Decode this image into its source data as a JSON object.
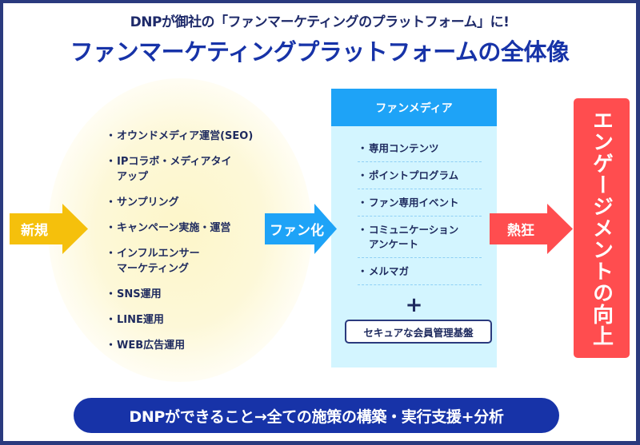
{
  "header": {
    "subtitle": "DNPが御社の「ファンマーケティングのプラットフォーム」に!",
    "title": "ファンマーケティングプラットフォームの全体像"
  },
  "arrows": {
    "new": {
      "label": "新規",
      "color": "#f5c00c"
    },
    "fan": {
      "label": "ファン化",
      "color": "#1ea3f7"
    },
    "heat": {
      "label": "熱狂",
      "color": "#ff4d4f"
    }
  },
  "tactics": {
    "bullet": "・",
    "items": [
      {
        "line1": "オウンドメディア運営(SEO)",
        "line2": ""
      },
      {
        "line1": "IPコラボ・メディアタイ",
        "line2": "アップ"
      },
      {
        "line1": "サンプリング",
        "line2": ""
      },
      {
        "line1": "キャンペーン実施・運営",
        "line2": ""
      },
      {
        "line1": "インフルエンサー",
        "line2": "マーケティング"
      },
      {
        "line1": "SNS運用",
        "line2": ""
      },
      {
        "line1": "LINE運用",
        "line2": ""
      },
      {
        "line1": "WEB広告運用",
        "line2": ""
      }
    ]
  },
  "media": {
    "header": "ファンメディア",
    "bullet": "・",
    "items": [
      {
        "line1": "専用コンテンツ",
        "line2": ""
      },
      {
        "line1": "ポイントプログラム",
        "line2": ""
      },
      {
        "line1": "ファン専用イベント",
        "line2": ""
      },
      {
        "line1": "コミュニケーション",
        "line2": "アンケート"
      },
      {
        "line1": "メルマガ",
        "line2": ""
      }
    ],
    "plus": "+",
    "secure_label": "セキュアな会員管理基盤",
    "bg_color": "#d3f5ff",
    "header_color": "#1ea3f7"
  },
  "result": {
    "label": "エンゲージメントの向上",
    "color": "#ff4d4f"
  },
  "footer": {
    "label": "DNPができること→全ての施策の構築・実行支援+分析",
    "color": "#1733a8"
  }
}
